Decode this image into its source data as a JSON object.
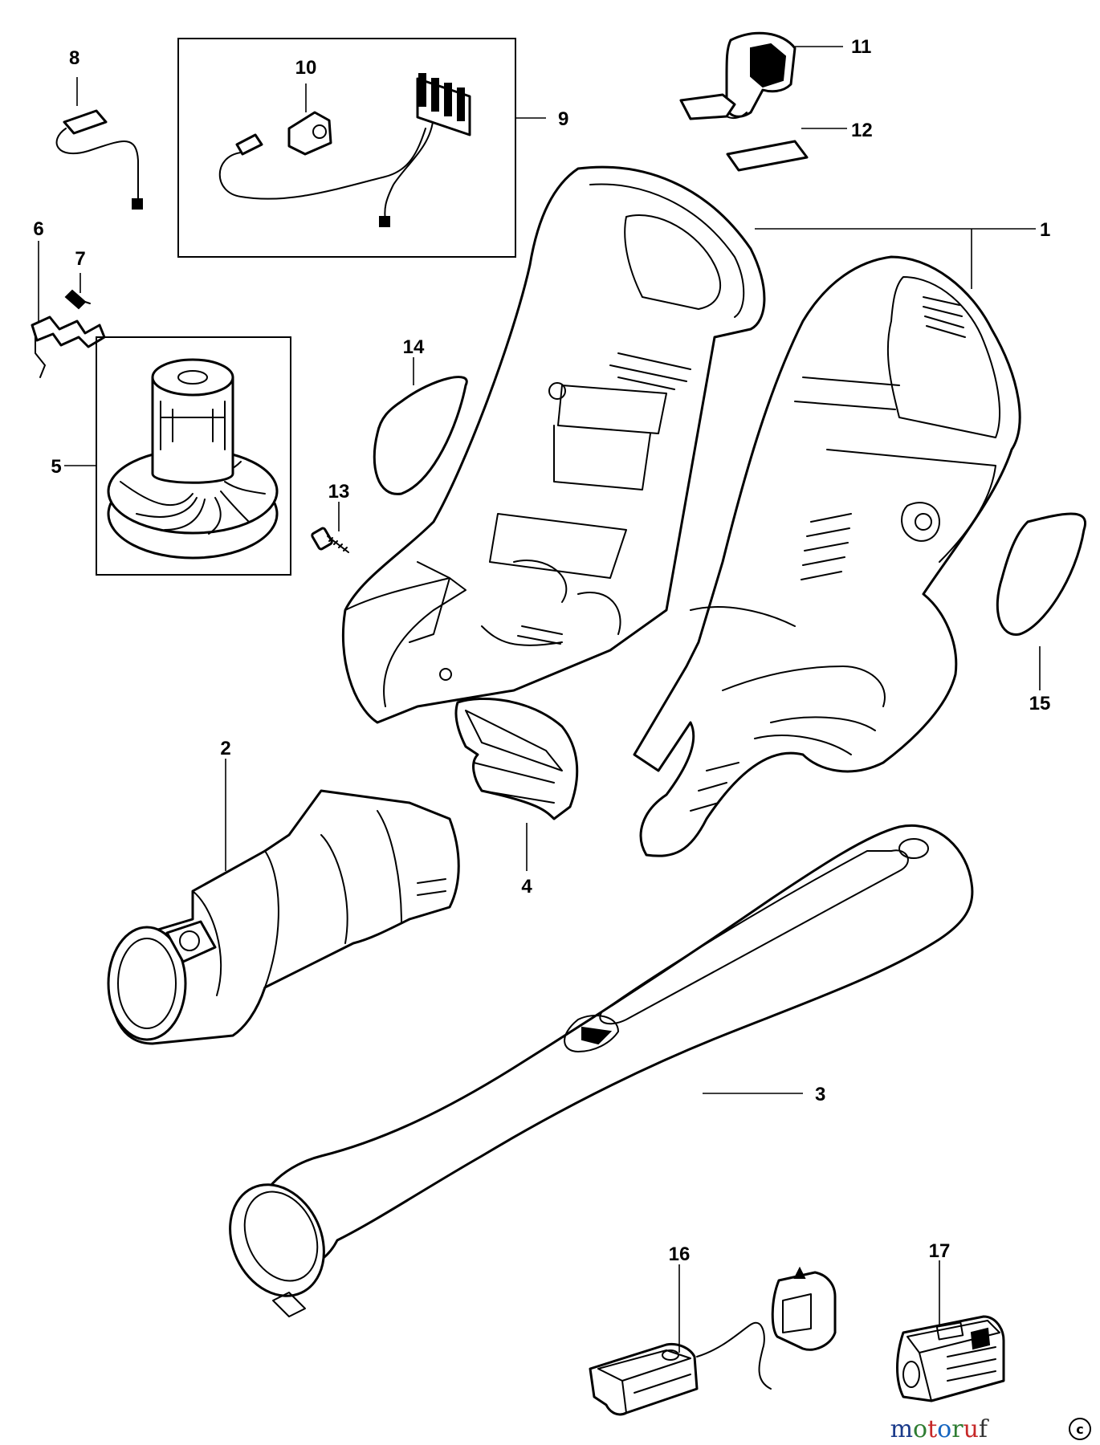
{
  "callouts": {
    "p1": "1",
    "p2": "2",
    "p3": "3",
    "p4": "4",
    "p5": "5",
    "p6": "6",
    "p7": "7",
    "p8": "8",
    "p9": "9",
    "p10": "10",
    "p11": "11",
    "p12": "12",
    "p13": "13",
    "p14": "14",
    "p15": "15",
    "p16": "16",
    "p17": "17"
  },
  "watermark": {
    "text": "motoruf",
    "colors": [
      "#1a3a8a",
      "#2e7d32",
      "#c62828",
      "#1565c0",
      "#2e7d32",
      "#c62828",
      "#333333"
    ]
  }
}
